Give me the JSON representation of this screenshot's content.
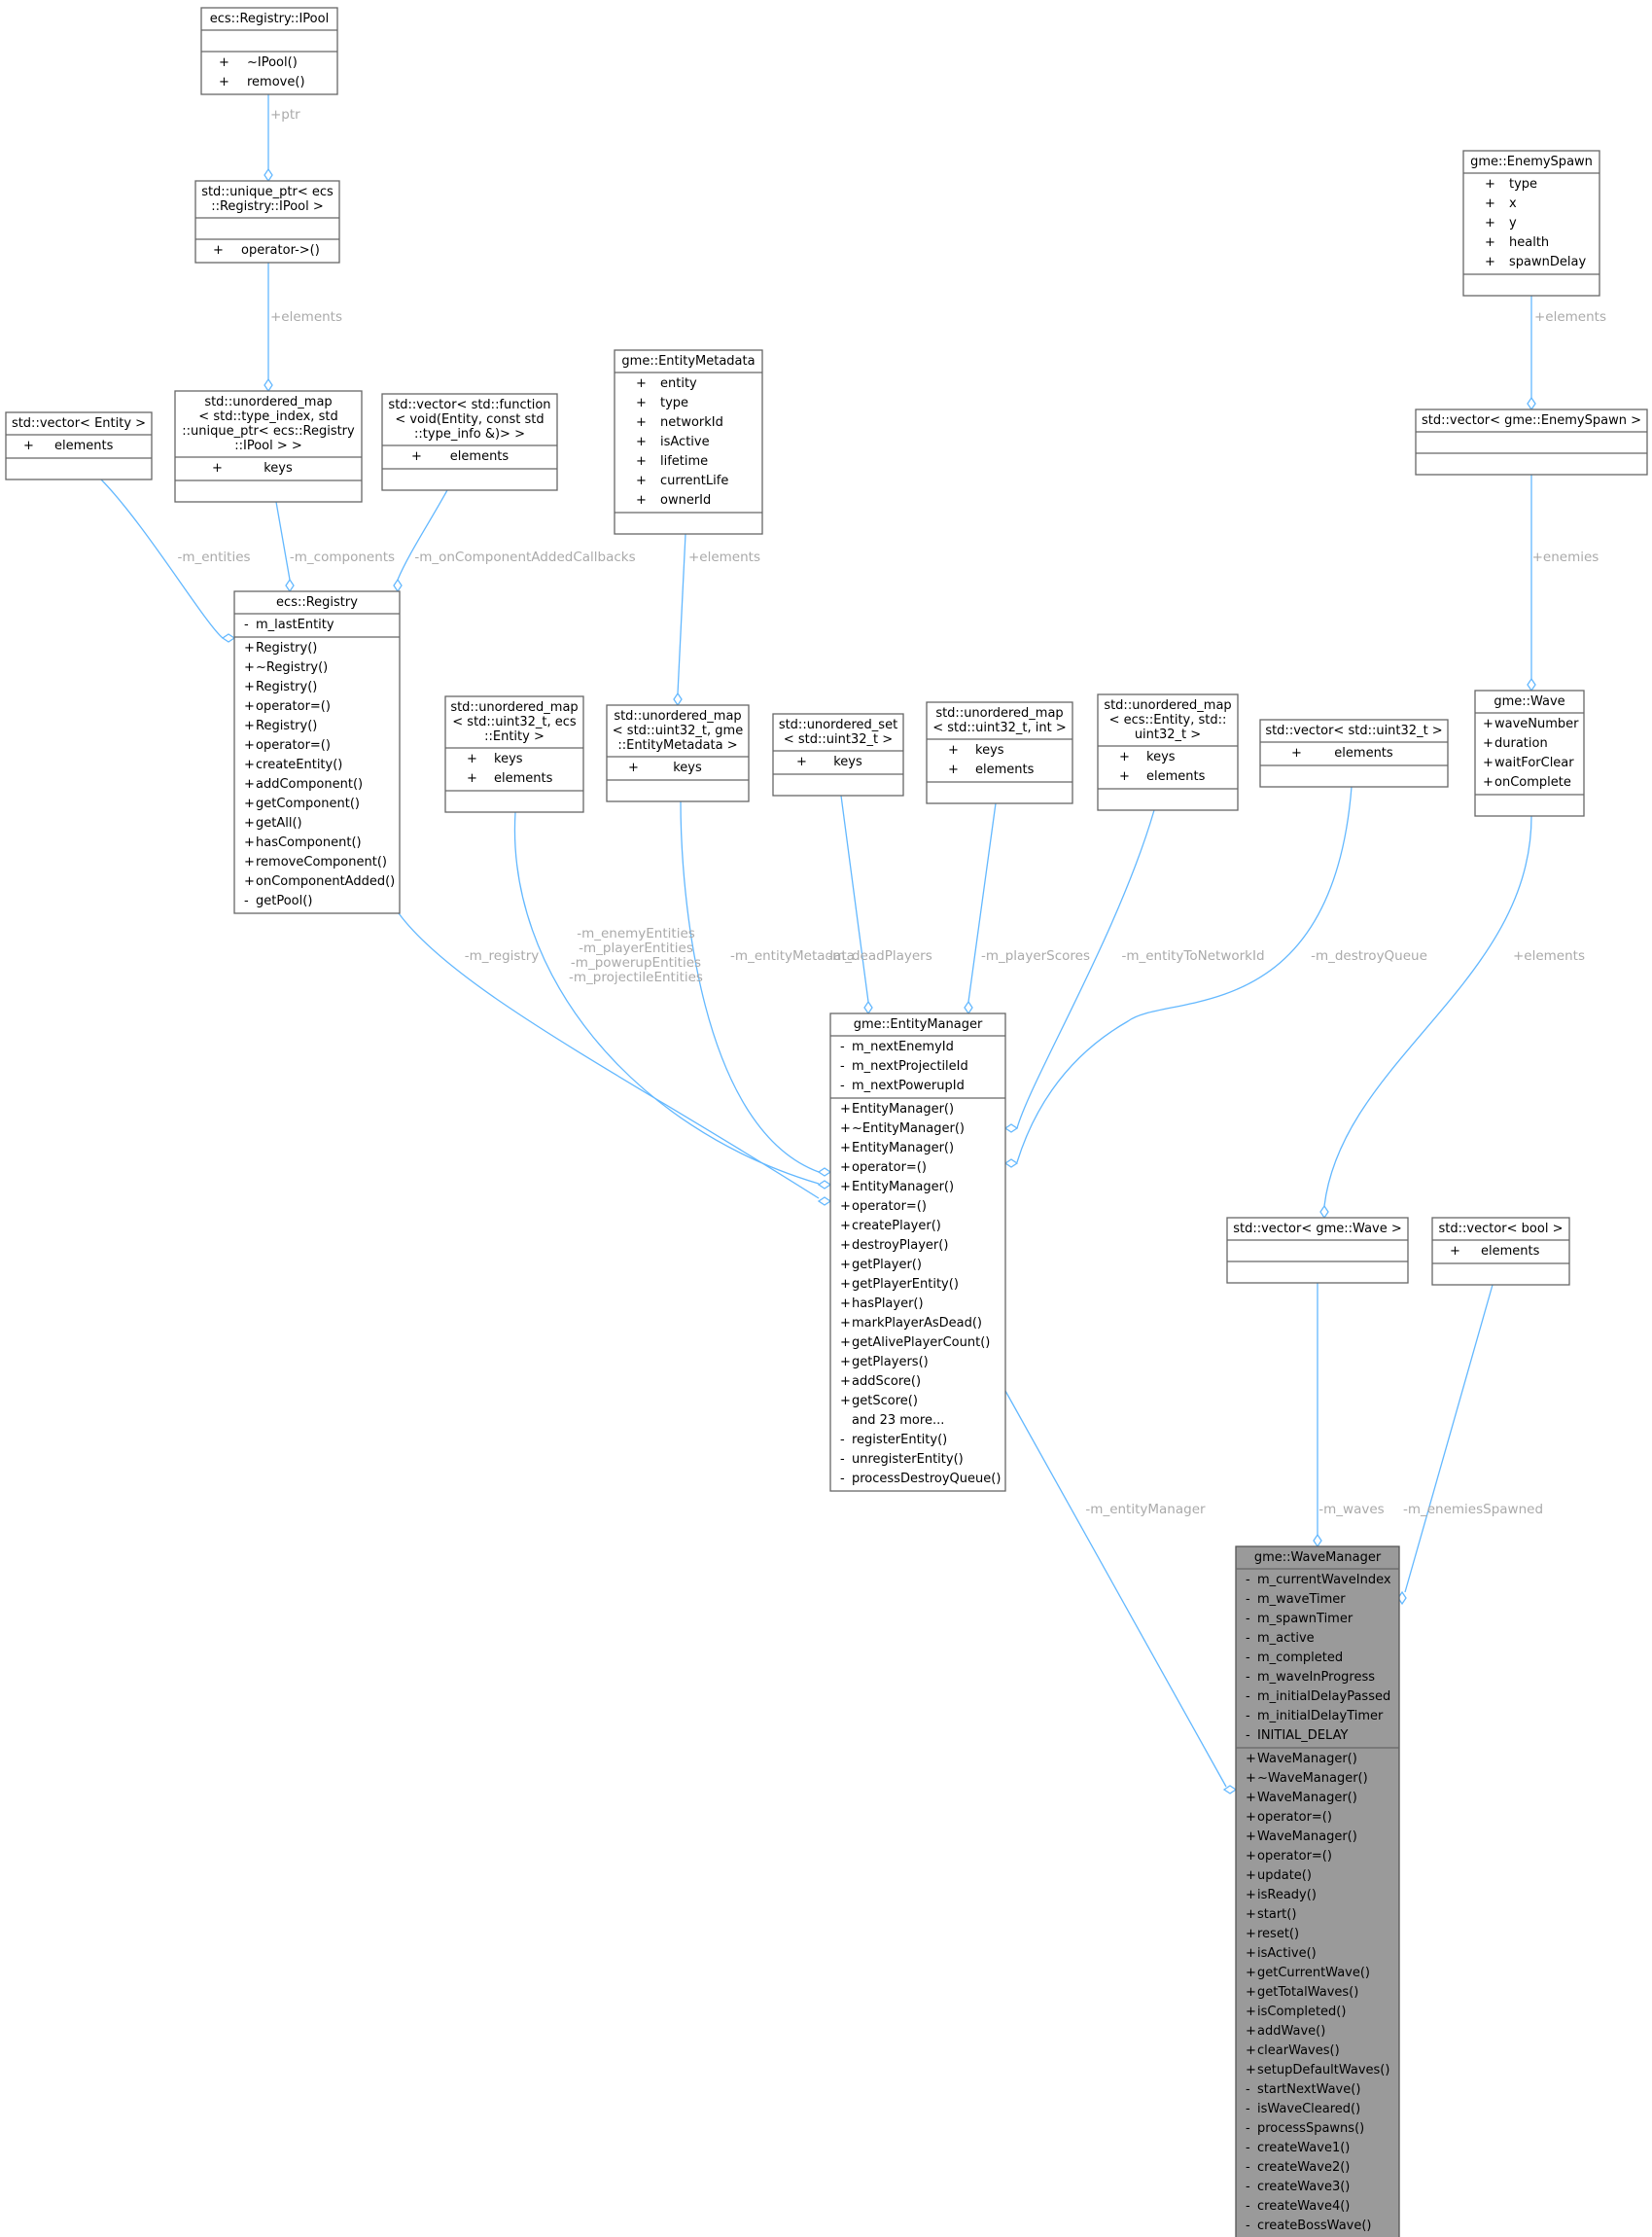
{
  "boxes": [
    {
      "id": "ipool",
      "title": [
        "ecs::Registry::IPool"
      ],
      "attrs": [],
      "methods": [
        [
          "+",
          "~IPool()"
        ],
        [
          "+",
          "remove()"
        ]
      ]
    },
    {
      "id": "uptr",
      "title": [
        "std::unique_ptr< ecs",
        "::Registry::IPool >"
      ],
      "attrs": [],
      "methods": [
        [
          "+",
          "operator->()"
        ]
      ]
    },
    {
      "id": "umap_type",
      "title": [
        "std::unordered_map",
        "< std::type_index, std",
        "::unique_ptr< ecs::Registry",
        "::IPool > >"
      ],
      "attrs": [
        [
          "+",
          "keys"
        ]
      ],
      "methods": []
    },
    {
      "id": "vec_entity",
      "title": [
        "std::vector< Entity >"
      ],
      "attrs": [
        [
          "+",
          "elements"
        ]
      ],
      "methods": []
    },
    {
      "id": "vec_func",
      "title": [
        "std::vector< std::function",
        "< void(Entity, const std",
        "::type_info &)> >"
      ],
      "attrs": [
        [
          "+",
          "elements"
        ]
      ],
      "methods": []
    },
    {
      "id": "meta",
      "title": [
        "gme::EntityMetadata"
      ],
      "attrs": [
        [
          "+",
          "entity"
        ],
        [
          "+",
          "type"
        ],
        [
          "+",
          "networkId"
        ],
        [
          "+",
          "isActive"
        ],
        [
          "+",
          "lifetime"
        ],
        [
          "+",
          "currentLife"
        ],
        [
          "+",
          "ownerId"
        ]
      ],
      "methods": []
    },
    {
      "id": "enemyspawn",
      "title": [
        "gme::EnemySpawn"
      ],
      "attrs": [
        [
          "+",
          "type"
        ],
        [
          "+",
          "x"
        ],
        [
          "+",
          "y"
        ],
        [
          "+",
          "health"
        ],
        [
          "+",
          "spawnDelay"
        ]
      ],
      "methods": []
    },
    {
      "id": "vec_spawn",
      "title": [
        "std::vector< gme::EnemySpawn >"
      ],
      "attrs": [],
      "methods": []
    },
    {
      "id": "registry",
      "title": [
        "ecs::Registry"
      ],
      "attrs": [
        [
          "-",
          "m_lastEntity"
        ]
      ],
      "methods": [
        [
          "+",
          "Registry()"
        ],
        [
          "+",
          "~Registry()"
        ],
        [
          "+",
          "Registry()"
        ],
        [
          "+",
          "operator=()"
        ],
        [
          "+",
          "Registry()"
        ],
        [
          "+",
          "operator=()"
        ],
        [
          "+",
          "createEntity()"
        ],
        [
          "+",
          "addComponent()"
        ],
        [
          "+",
          "getComponent()"
        ],
        [
          "+",
          "getAll()"
        ],
        [
          "+",
          "hasComponent()"
        ],
        [
          "+",
          "removeComponent()"
        ],
        [
          "+",
          "onComponentAdded()"
        ],
        [
          "-",
          "getPool()"
        ]
      ]
    },
    {
      "id": "umap_ent",
      "title": [
        "std::unordered_map",
        "< std::uint32_t, ecs",
        "::Entity >"
      ],
      "attrs": [
        [
          "+",
          "keys"
        ],
        [
          "+",
          "elements"
        ]
      ],
      "methods": []
    },
    {
      "id": "umap_meta",
      "title": [
        "std::unordered_map",
        "< std::uint32_t, gme",
        "::EntityMetadata >"
      ],
      "attrs": [
        [
          "+",
          "keys"
        ]
      ],
      "methods": []
    },
    {
      "id": "uset",
      "title": [
        "std::unordered_set",
        "< std::uint32_t >"
      ],
      "attrs": [
        [
          "+",
          "keys"
        ]
      ],
      "methods": []
    },
    {
      "id": "umap_int",
      "title": [
        "std::unordered_map",
        "< std::uint32_t, int >"
      ],
      "attrs": [
        [
          "+",
          "keys"
        ],
        [
          "+",
          "elements"
        ]
      ],
      "methods": []
    },
    {
      "id": "umap_net",
      "title": [
        "std::unordered_map",
        "< ecs::Entity, std::",
        "uint32_t >"
      ],
      "attrs": [
        [
          "+",
          "keys"
        ],
        [
          "+",
          "elements"
        ]
      ],
      "methods": []
    },
    {
      "id": "vec_u32",
      "title": [
        "std::vector< std::uint32_t >"
      ],
      "attrs": [
        [
          "+",
          "elements"
        ]
      ],
      "methods": []
    },
    {
      "id": "wave",
      "title": [
        "gme::Wave"
      ],
      "attrs": [
        [
          "+",
          "waveNumber"
        ],
        [
          "+",
          "duration"
        ],
        [
          "+",
          "waitForClear"
        ],
        [
          "+",
          "onComplete"
        ]
      ],
      "methods": []
    },
    {
      "id": "em",
      "title": [
        "gme::EntityManager"
      ],
      "attrs": [
        [
          "-",
          "m_nextEnemyId"
        ],
        [
          "-",
          "m_nextProjectileId"
        ],
        [
          "-",
          "m_nextPowerupId"
        ]
      ],
      "methods": [
        [
          "+",
          "EntityManager()"
        ],
        [
          "+",
          "~EntityManager()"
        ],
        [
          "+",
          "EntityManager()"
        ],
        [
          "+",
          "operator=()"
        ],
        [
          "+",
          "EntityManager()"
        ],
        [
          "+",
          "operator=()"
        ],
        [
          "+",
          "createPlayer()"
        ],
        [
          "+",
          "destroyPlayer()"
        ],
        [
          "+",
          "getPlayer()"
        ],
        [
          "+",
          "getPlayerEntity()"
        ],
        [
          "+",
          "hasPlayer()"
        ],
        [
          "+",
          "markPlayerAsDead()"
        ],
        [
          "+",
          "getAlivePlayerCount()"
        ],
        [
          "+",
          "getPlayers()"
        ],
        [
          "+",
          "addScore()"
        ],
        [
          "+",
          "getScore()"
        ],
        [
          "",
          "and 23 more..."
        ],
        [
          "-",
          "registerEntity()"
        ],
        [
          "-",
          "unregisterEntity()"
        ],
        [
          "-",
          "processDestroyQueue()"
        ]
      ]
    },
    {
      "id": "vec_wave",
      "title": [
        "std::vector< gme::Wave >"
      ],
      "attrs": [],
      "methods": []
    },
    {
      "id": "vec_bool",
      "title": [
        "std::vector< bool >"
      ],
      "attrs": [
        [
          "+",
          "elements"
        ]
      ],
      "methods": []
    },
    {
      "id": "wm",
      "title": [
        "gme::WaveManager"
      ],
      "highlight": true,
      "attrs": [
        [
          "-",
          "m_currentWaveIndex"
        ],
        [
          "-",
          "m_waveTimer"
        ],
        [
          "-",
          "m_spawnTimer"
        ],
        [
          "-",
          "m_active"
        ],
        [
          "-",
          "m_completed"
        ],
        [
          "-",
          "m_waveInProgress"
        ],
        [
          "-",
          "m_initialDelayPassed"
        ],
        [
          "-",
          "m_initialDelayTimer"
        ],
        [
          "-",
          "INITIAL_DELAY"
        ]
      ],
      "methods": [
        [
          "+",
          "WaveManager()"
        ],
        [
          "+",
          "~WaveManager()"
        ],
        [
          "+",
          "WaveManager()"
        ],
        [
          "+",
          "operator=()"
        ],
        [
          "+",
          "WaveManager()"
        ],
        [
          "+",
          "operator=()"
        ],
        [
          "+",
          "update()"
        ],
        [
          "+",
          "isReady()"
        ],
        [
          "+",
          "start()"
        ],
        [
          "+",
          "reset()"
        ],
        [
          "+",
          "isActive()"
        ],
        [
          "+",
          "getCurrentWave()"
        ],
        [
          "+",
          "getTotalWaves()"
        ],
        [
          "+",
          "isCompleted()"
        ],
        [
          "+",
          "addWave()"
        ],
        [
          "+",
          "clearWaves()"
        ],
        [
          "+",
          "setupDefaultWaves()"
        ],
        [
          "-",
          "startNextWave()"
        ],
        [
          "-",
          "isWaveCleared()"
        ],
        [
          "-",
          "processSpawns()"
        ],
        [
          "-",
          "createWave1()"
        ],
        [
          "-",
          "createWave2()"
        ],
        [
          "-",
          "createWave3()"
        ],
        [
          "-",
          "createWave4()"
        ],
        [
          "-",
          "createBossWave()"
        ]
      ]
    }
  ],
  "edges": [
    {
      "id": "e_ptr",
      "label": [
        "+ptr"
      ]
    },
    {
      "id": "e_elem_uptr",
      "label": [
        "+elements"
      ]
    },
    {
      "id": "e_entities",
      "label": [
        "-m_entities"
      ]
    },
    {
      "id": "e_components",
      "label": [
        "-m_components"
      ]
    },
    {
      "id": "e_callbacks",
      "label": [
        "-m_onComponentAddedCallbacks"
      ]
    },
    {
      "id": "e_registry",
      "label": [
        "-m_registry"
      ]
    },
    {
      "id": "e_enemyEntities",
      "label": [
        "-m_enemyEntities",
        "-m_playerEntities",
        "-m_powerupEntities",
        "-m_projectileEntities"
      ]
    },
    {
      "id": "e_entityMetadata",
      "label": [
        "-m_entityMetadata"
      ]
    },
    {
      "id": "e_meta_elem",
      "label": [
        "+elements"
      ]
    },
    {
      "id": "e_deadPlayers",
      "label": [
        "-m_deadPlayers"
      ]
    },
    {
      "id": "e_playerScores",
      "label": [
        "-m_playerScores"
      ]
    },
    {
      "id": "e_entityToNetworkId",
      "label": [
        "-m_entityToNetworkId"
      ]
    },
    {
      "id": "e_destroyQueue",
      "label": [
        "-m_destroyQueue"
      ]
    },
    {
      "id": "e_spawn_elem",
      "label": [
        "+elements"
      ]
    },
    {
      "id": "e_enemies",
      "label": [
        "+enemies"
      ]
    },
    {
      "id": "e_wave_elem",
      "label": [
        "+elements"
      ]
    },
    {
      "id": "e_entityManager",
      "label": [
        "-m_entityManager"
      ]
    },
    {
      "id": "e_waves",
      "label": [
        "-m_waves"
      ]
    },
    {
      "id": "e_enemiesSpawned",
      "label": [
        "-m_enemiesSpawned"
      ]
    }
  ]
}
